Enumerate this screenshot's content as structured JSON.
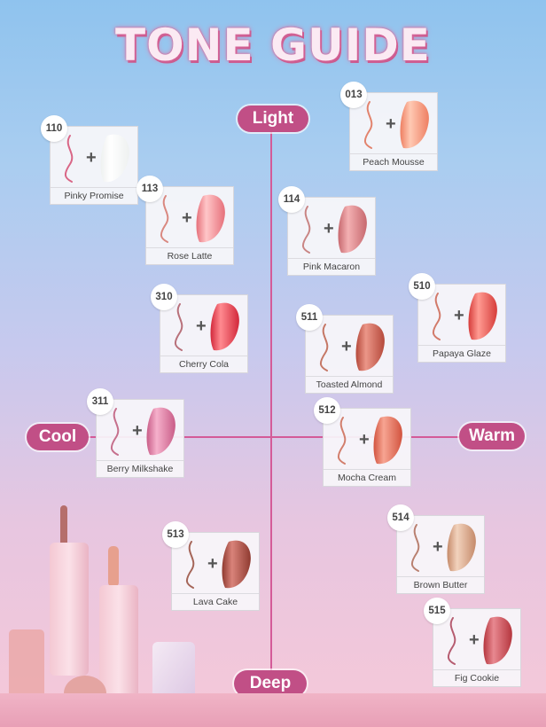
{
  "title": "TONE GUIDE",
  "axes": {
    "top": "Light",
    "bottom": "Deep",
    "left": "Cool",
    "right": "Warm"
  },
  "shades": [
    {
      "code": "110",
      "name": "Pinky Promise",
      "line_color": "#d96686",
      "swatch_color": "#eef1f0",
      "highlight": "#ffffff"
    },
    {
      "code": "013",
      "name": "Peach Mousse",
      "line_color": "#e2836d",
      "swatch_color": "#ee7f62",
      "highlight": "#ffc9b3"
    },
    {
      "code": "113",
      "name": "Rose Latte",
      "line_color": "#d98880",
      "swatch_color": "#e6707a",
      "highlight": "#ffc6c8"
    },
    {
      "code": "114",
      "name": "Pink Macaron",
      "line_color": "#c98584",
      "swatch_color": "#c7686e",
      "highlight": "#f3b0b2"
    },
    {
      "code": "310",
      "name": "Cherry Cola",
      "line_color": "#b8707a",
      "swatch_color": "#d2283a",
      "highlight": "#ff8a90"
    },
    {
      "code": "511",
      "name": "Toasted Almond",
      "line_color": "#c57765",
      "swatch_color": "#b5493b",
      "highlight": "#eb9688"
    },
    {
      "code": "510",
      "name": "Papaya Glaze",
      "line_color": "#d27a6a",
      "swatch_color": "#d63c3a",
      "highlight": "#ff9b92"
    },
    {
      "code": "311",
      "name": "Berry Milkshake",
      "line_color": "#c66f8c",
      "swatch_color": "#c95c87",
      "highlight": "#f5b0cb"
    },
    {
      "code": "512",
      "name": "Mocha Cream",
      "line_color": "#d27e6c",
      "swatch_color": "#d2533f",
      "highlight": "#f7a592"
    },
    {
      "code": "513",
      "name": "Lava Cake",
      "line_color": "#a56558",
      "swatch_color": "#8f3a30",
      "highlight": "#d9837a"
    },
    {
      "code": "514",
      "name": "Brown Butter",
      "line_color": "#b98070",
      "swatch_color": "#c58a6a",
      "highlight": "#f2d2bd"
    },
    {
      "code": "515",
      "name": "Fig Cookie",
      "line_color": "#b65c70",
      "swatch_color": "#b5363e",
      "highlight": "#e88890"
    }
  ],
  "colors": {
    "accent": "#c14f86",
    "axis_line": "#d45b98"
  }
}
